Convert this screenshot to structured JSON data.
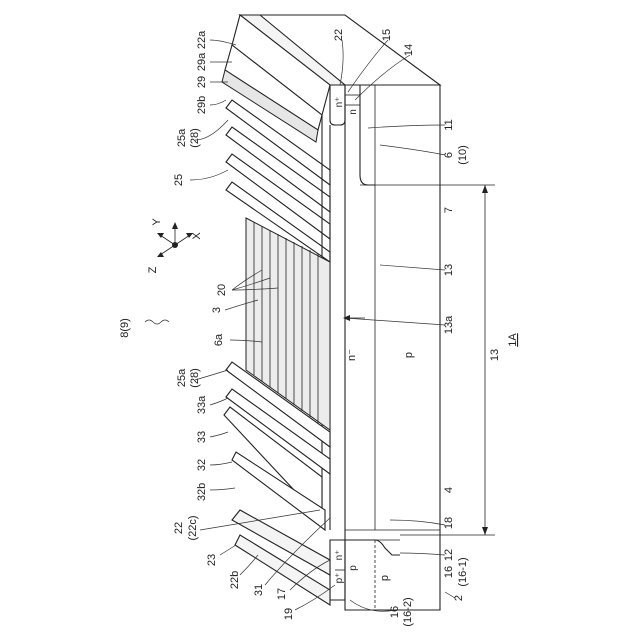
{
  "title": "1A",
  "labels": {
    "l22a": "22a",
    "l29a": "29a",
    "l29": "29",
    "l29b": "29b",
    "l25a_top": "25a",
    "l28_top": "(28)",
    "l25": "25",
    "l20": "20",
    "l3": "3",
    "l6a": "6a",
    "l25a_bot": "25a",
    "l28_bot": "(28)",
    "l33a": "33a",
    "l33": "33",
    "l32": "32",
    "l32b": "32b",
    "l22": "22",
    "l22c": "(22c)",
    "l23": "23",
    "l22b": "22b",
    "l31": "31",
    "l17": "17",
    "l19": "19",
    "l16_left": "16",
    "l16_2": "(16-2)",
    "l22_top": "22",
    "l15": "15",
    "l14": "14",
    "l11": "11",
    "l6": "6",
    "l10": "(10)",
    "l7": "7",
    "l13_right": "13",
    "l13a": "13a",
    "l13_dim": "13",
    "l18": "18",
    "l12": "12",
    "l16_right": "16",
    "l16_1": "(16-1)",
    "l4": "4",
    "l2": "2",
    "l8": "8(9)",
    "region_nplus_top": "n⁺",
    "region_n_top": "n",
    "region_nminus": "n⁻",
    "region_p_center": "p",
    "region_pplus": "p⁺",
    "region_nplus_bot": "n⁺",
    "region_p_small": "p",
    "region_p_bot": "p"
  },
  "axes": {
    "y": "Y",
    "x": "X",
    "z": "Z"
  }
}
